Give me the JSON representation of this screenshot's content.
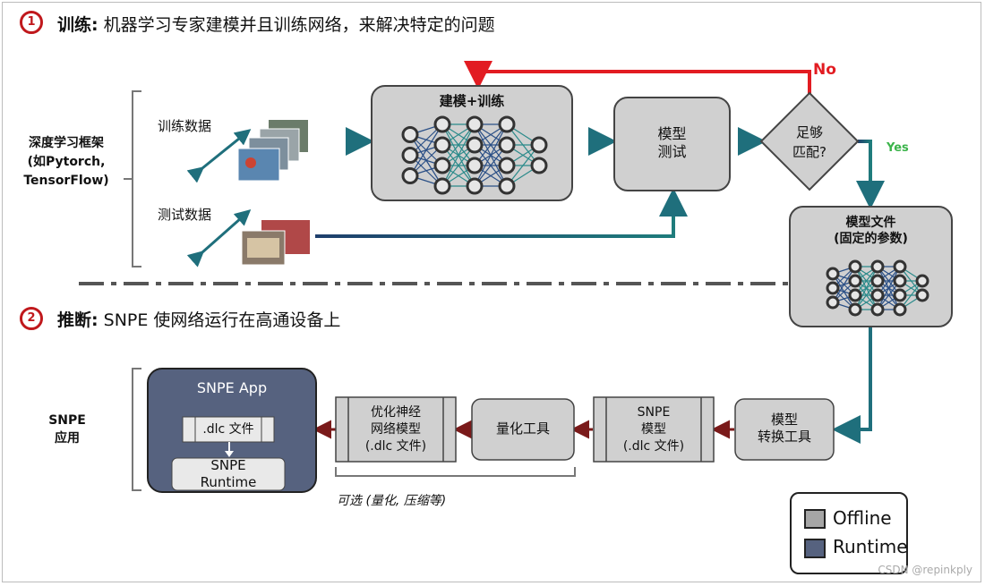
{
  "section1": {
    "number": "1",
    "title_bold": "训练:",
    "title_rest": " 机器学习专家建模并且训练网络，来解决特定的问题"
  },
  "section2": {
    "number": "2",
    "title_bold": "推断:",
    "title_rest": " SNPE 使网络运行在高通设备上"
  },
  "training": {
    "framework_label": [
      "深度学习框架",
      "(如Pytorch,",
      "TensorFlow)"
    ],
    "train_data_label": "训练数据",
    "test_data_label": "测试数据",
    "build_train_label": "建模+训练",
    "model_test_label": [
      "模型",
      "测试"
    ],
    "decision_label": [
      "足够",
      "匹配?"
    ],
    "no_label": "No",
    "yes_label": "Yes",
    "model_file_label": [
      "模型文件",
      "(固定的参数)"
    ]
  },
  "inference": {
    "snpe_app_label": [
      "SNPE",
      "应用"
    ],
    "app_title": "SNPE App",
    "dlc_file_label": ".dlc 文件",
    "runtime_label": [
      "SNPE",
      "Runtime"
    ],
    "optimize_label": [
      "优化神经",
      "网络模型",
      "(.dlc 文件)"
    ],
    "quantize_label": "量化工具",
    "snpe_model_label": [
      "SNPE",
      "模型",
      "(.dlc 文件)"
    ],
    "convert_label": [
      "模型",
      "转换工具"
    ],
    "optional_label": "可选 (量化, 压缩等)"
  },
  "legend": {
    "items": [
      {
        "label": "Offline",
        "color": "#a6a6a6"
      },
      {
        "label": "Runtime",
        "color": "#56627f"
      }
    ]
  },
  "watermark": "CSDN @repinkply",
  "colors": {
    "accent_red": "#c0181c",
    "no_arrow": "#e21c22",
    "teal_arrow": "#1f6f7c",
    "box_gray": "#d0d0d0",
    "app_blue": "#56627f",
    "yes_green": "#3cb44b",
    "dark_red_arrow": "#7a1a1a"
  }
}
